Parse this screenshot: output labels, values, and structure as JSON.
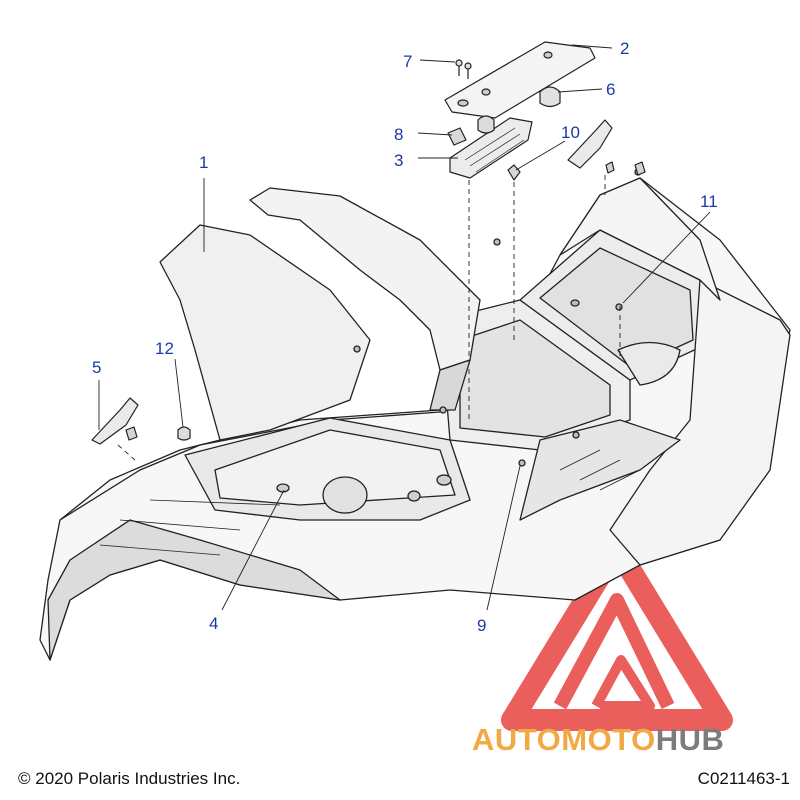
{
  "diagram": {
    "callouts": [
      "1",
      "2",
      "3",
      "4",
      "5",
      "6",
      "7",
      "8",
      "9",
      "10",
      "11",
      "12"
    ]
  },
  "footer": {
    "copyright": "© 2020 Polaris Industries Inc.",
    "figure_id": "C0211463-1"
  },
  "watermark": {
    "brand_part1": "AUTOMOTO",
    "brand_part2": "HUB",
    "colors": {
      "triangle": "#e7433f",
      "auto": "#f2a844",
      "hub": "#7c7c7c"
    }
  },
  "colors": {
    "callout": "#1a3aa8",
    "line": "#222222",
    "part_fill": "#f7f7f7",
    "part_shade": "#dcdcdc"
  }
}
